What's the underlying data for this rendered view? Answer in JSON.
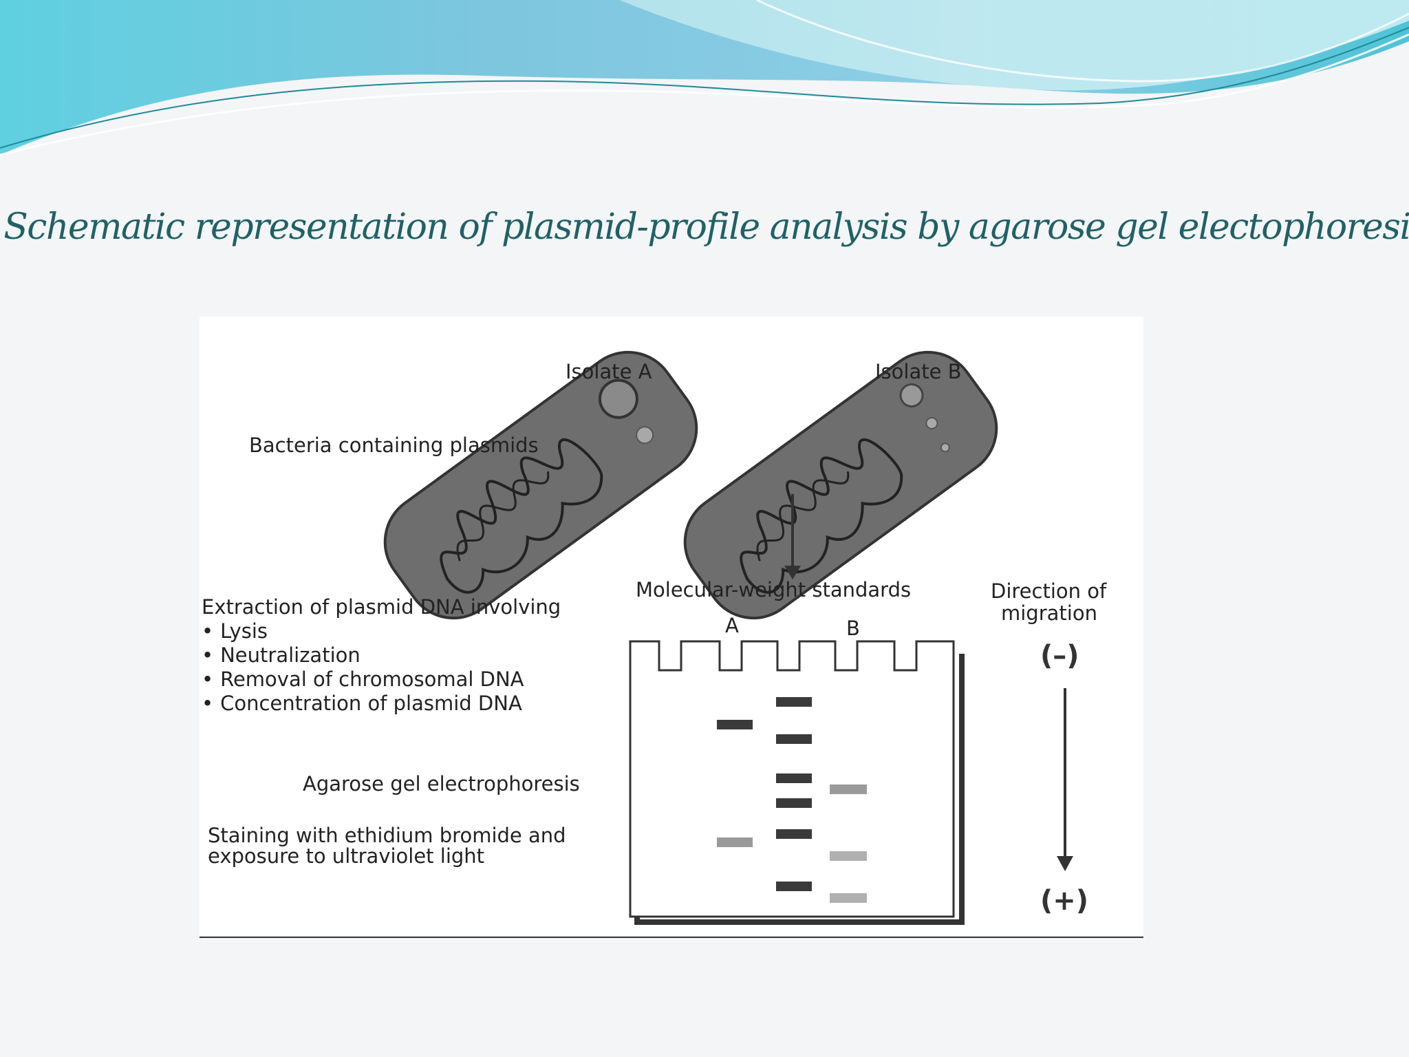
{
  "slide": {
    "title": "Schematic representation of plasmid-profile analysis by agarose gel electophoresis"
  },
  "figure": {
    "isolates": [
      "Isolate A",
      "Isolate B"
    ],
    "bacteria_label": "Bacteria containing plasmids",
    "extraction_heading": "Extraction of plasmid DNA involving",
    "extraction_steps": [
      "Lysis",
      "Neutralization",
      "Removal of chromosomal DNA",
      "Concentration of plasmid DNA"
    ],
    "electrophoresis_label": "Agarose gel electrophoresis",
    "staining_label": [
      "Staining with ethidium bromide and",
      "exposure to ultraviolet light"
    ],
    "standards_label": "Molecular-weight standards",
    "lane_labels": [
      "A",
      "B"
    ],
    "direction_label": [
      "Direction of",
      "migration"
    ],
    "negative_pole": "(–)",
    "positive_pole": "(+)",
    "colors": {
      "cell_fill": "#6e6e6e",
      "title_color": "#1f6166",
      "band_dark": "#3a3a3a",
      "band_light": "#9a9a9a"
    }
  }
}
